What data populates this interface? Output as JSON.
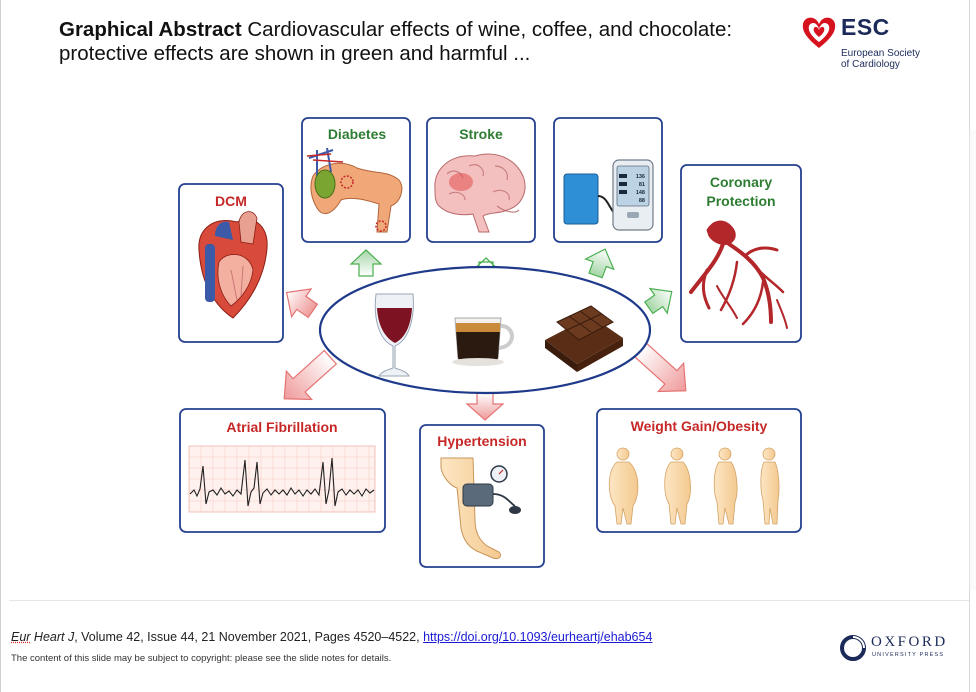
{
  "header": {
    "title_bold": "Graphical Abstract",
    "title_rest": " Cardiovascular effects of wine, coffee, and chocolate: protective effects are shown in green and harmful ..."
  },
  "esc_logo": {
    "name": "ESC",
    "line1": "European Society",
    "line2": "of Cardiology"
  },
  "diagram": {
    "protective_color": "#2e7d32",
    "harmful_color": "#c62828",
    "box_border_color": "#24408e",
    "center_items": [
      "wine-glass-icon",
      "coffee-cup-icon",
      "chocolate-icon"
    ],
    "boxes": [
      {
        "key": "dcm",
        "label": "DCM",
        "effect": "harmful",
        "icon": "heart-icon"
      },
      {
        "key": "diabetes",
        "label": "Diabetes",
        "effect": "protective",
        "icon": "pancreas-icon"
      },
      {
        "key": "stroke",
        "label": "Stroke",
        "effect": "protective",
        "icon": "brain-icon"
      },
      {
        "key": "blood_pressure",
        "label": "",
        "effect": "protective",
        "icon": "blood-pressure-monitor-icon"
      },
      {
        "key": "coronary",
        "label": "Coronary Protection",
        "effect": "protective",
        "icon": "coronary-artery-icon"
      },
      {
        "key": "af",
        "label": "Atrial Fibrillation",
        "effect": "harmful",
        "icon": "ecg-trace-icon"
      },
      {
        "key": "hypertension",
        "label": "Hypertension",
        "effect": "harmful",
        "icon": "arm-cuff-icon"
      },
      {
        "key": "weight",
        "label": "Weight Gain/Obesity",
        "effect": "harmful",
        "icon": "body-silhouettes-icon"
      }
    ],
    "bp_readings": [
      "136",
      "81",
      "148",
      "88"
    ]
  },
  "footer": {
    "journal": "Eur",
    "citation_rest": " Heart J",
    "citation_details": ", Volume 42, Issue 44, 21 November 2021, Pages 4520–4522, ",
    "doi": "https://doi.org/10.1093/eurheartj/ehab654",
    "copyright": "The content of this slide may be subject to copyright: please see the slide notes for details."
  },
  "oxford_logo": {
    "name": "OXFORD",
    "sub": "UNIVERSITY PRESS"
  }
}
